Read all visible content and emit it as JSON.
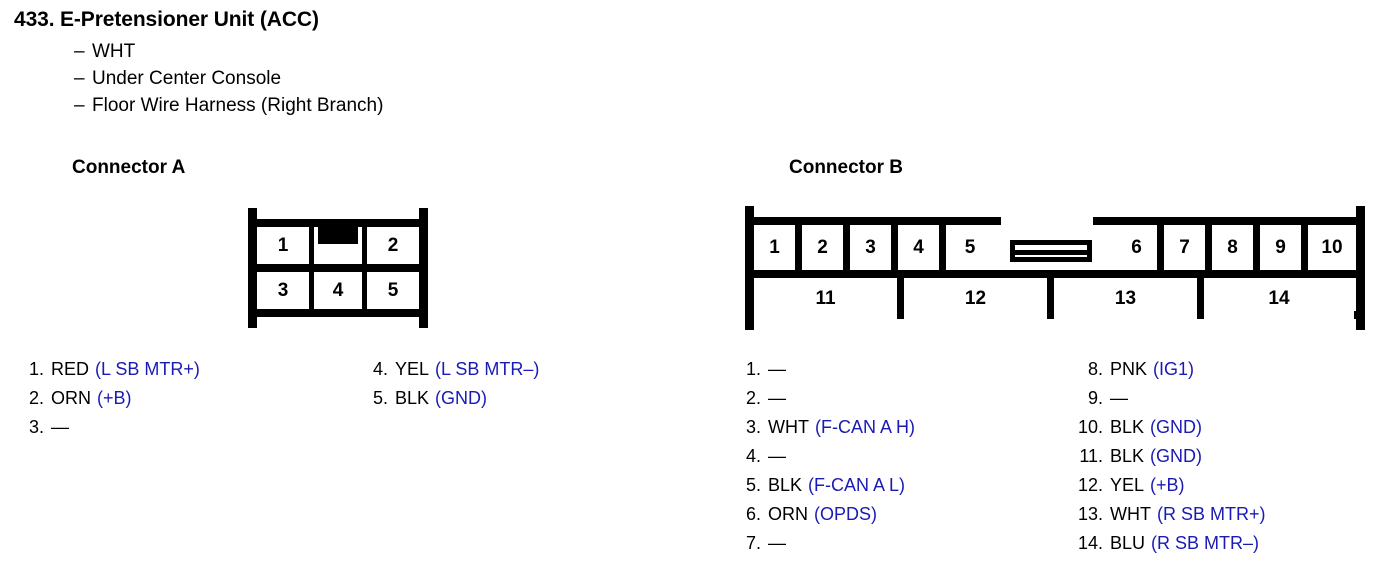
{
  "header": {
    "number": "433.",
    "title": "E-Pretensioner Unit (ACC)",
    "dash": "–",
    "details": [
      "WHT",
      "Under Center Console",
      "Floor Wire Harness (Right Branch)"
    ]
  },
  "colors": {
    "signal_blue": "#1a1ab4",
    "text_black": "#000000",
    "background": "#ffffff"
  },
  "connector_a": {
    "heading": "Connector A",
    "diagram": {
      "row1": [
        "1",
        "",
        "2"
      ],
      "row2": [
        "3",
        "4",
        "5"
      ],
      "tab_cell": "top-middle"
    },
    "pins_left": [
      {
        "num": "1.",
        "color": "RED",
        "signal": "(L SB MTR+)"
      },
      {
        "num": "2.",
        "color": "ORN",
        "signal": "(+B)"
      },
      {
        "num": "3.",
        "color": "—",
        "signal": ""
      }
    ],
    "pins_right": [
      {
        "num": "4.",
        "color": "YEL",
        "signal": "(L SB MTR–)"
      },
      {
        "num": "5.",
        "color": "BLK",
        "signal": "(GND)"
      }
    ]
  },
  "connector_b": {
    "heading": "Connector B",
    "diagram": {
      "top_group_left": [
        "1",
        "2",
        "3",
        "4",
        "5"
      ],
      "top_group_right": [
        "6",
        "7",
        "8",
        "9",
        "10"
      ],
      "bottom_row": [
        "11",
        "12",
        "13",
        "14"
      ],
      "center_element": "latch"
    },
    "pins_left": [
      {
        "num": "1.",
        "color": "—",
        "signal": ""
      },
      {
        "num": "2.",
        "color": "—",
        "signal": ""
      },
      {
        "num": "3.",
        "color": "WHT",
        "signal": "(F-CAN A H)"
      },
      {
        "num": "4.",
        "color": "—",
        "signal": ""
      },
      {
        "num": "5.",
        "color": "BLK",
        "signal": "(F-CAN A L)"
      },
      {
        "num": "6.",
        "color": "ORN",
        "signal": "(OPDS)"
      },
      {
        "num": "7.",
        "color": "—",
        "signal": ""
      }
    ],
    "pins_right": [
      {
        "num": "8.",
        "color": "PNK",
        "signal": "(IG1)"
      },
      {
        "num": "9.",
        "color": "—",
        "signal": ""
      },
      {
        "num": "10.",
        "color": "BLK",
        "signal": "(GND)"
      },
      {
        "num": "11.",
        "color": "BLK",
        "signal": "(GND)"
      },
      {
        "num": "12.",
        "color": "YEL",
        "signal": "(+B)"
      },
      {
        "num": "13.",
        "color": "WHT",
        "signal": "(R SB MTR+)"
      },
      {
        "num": "14.",
        "color": "BLU",
        "signal": "(R SB MTR–)"
      }
    ]
  }
}
